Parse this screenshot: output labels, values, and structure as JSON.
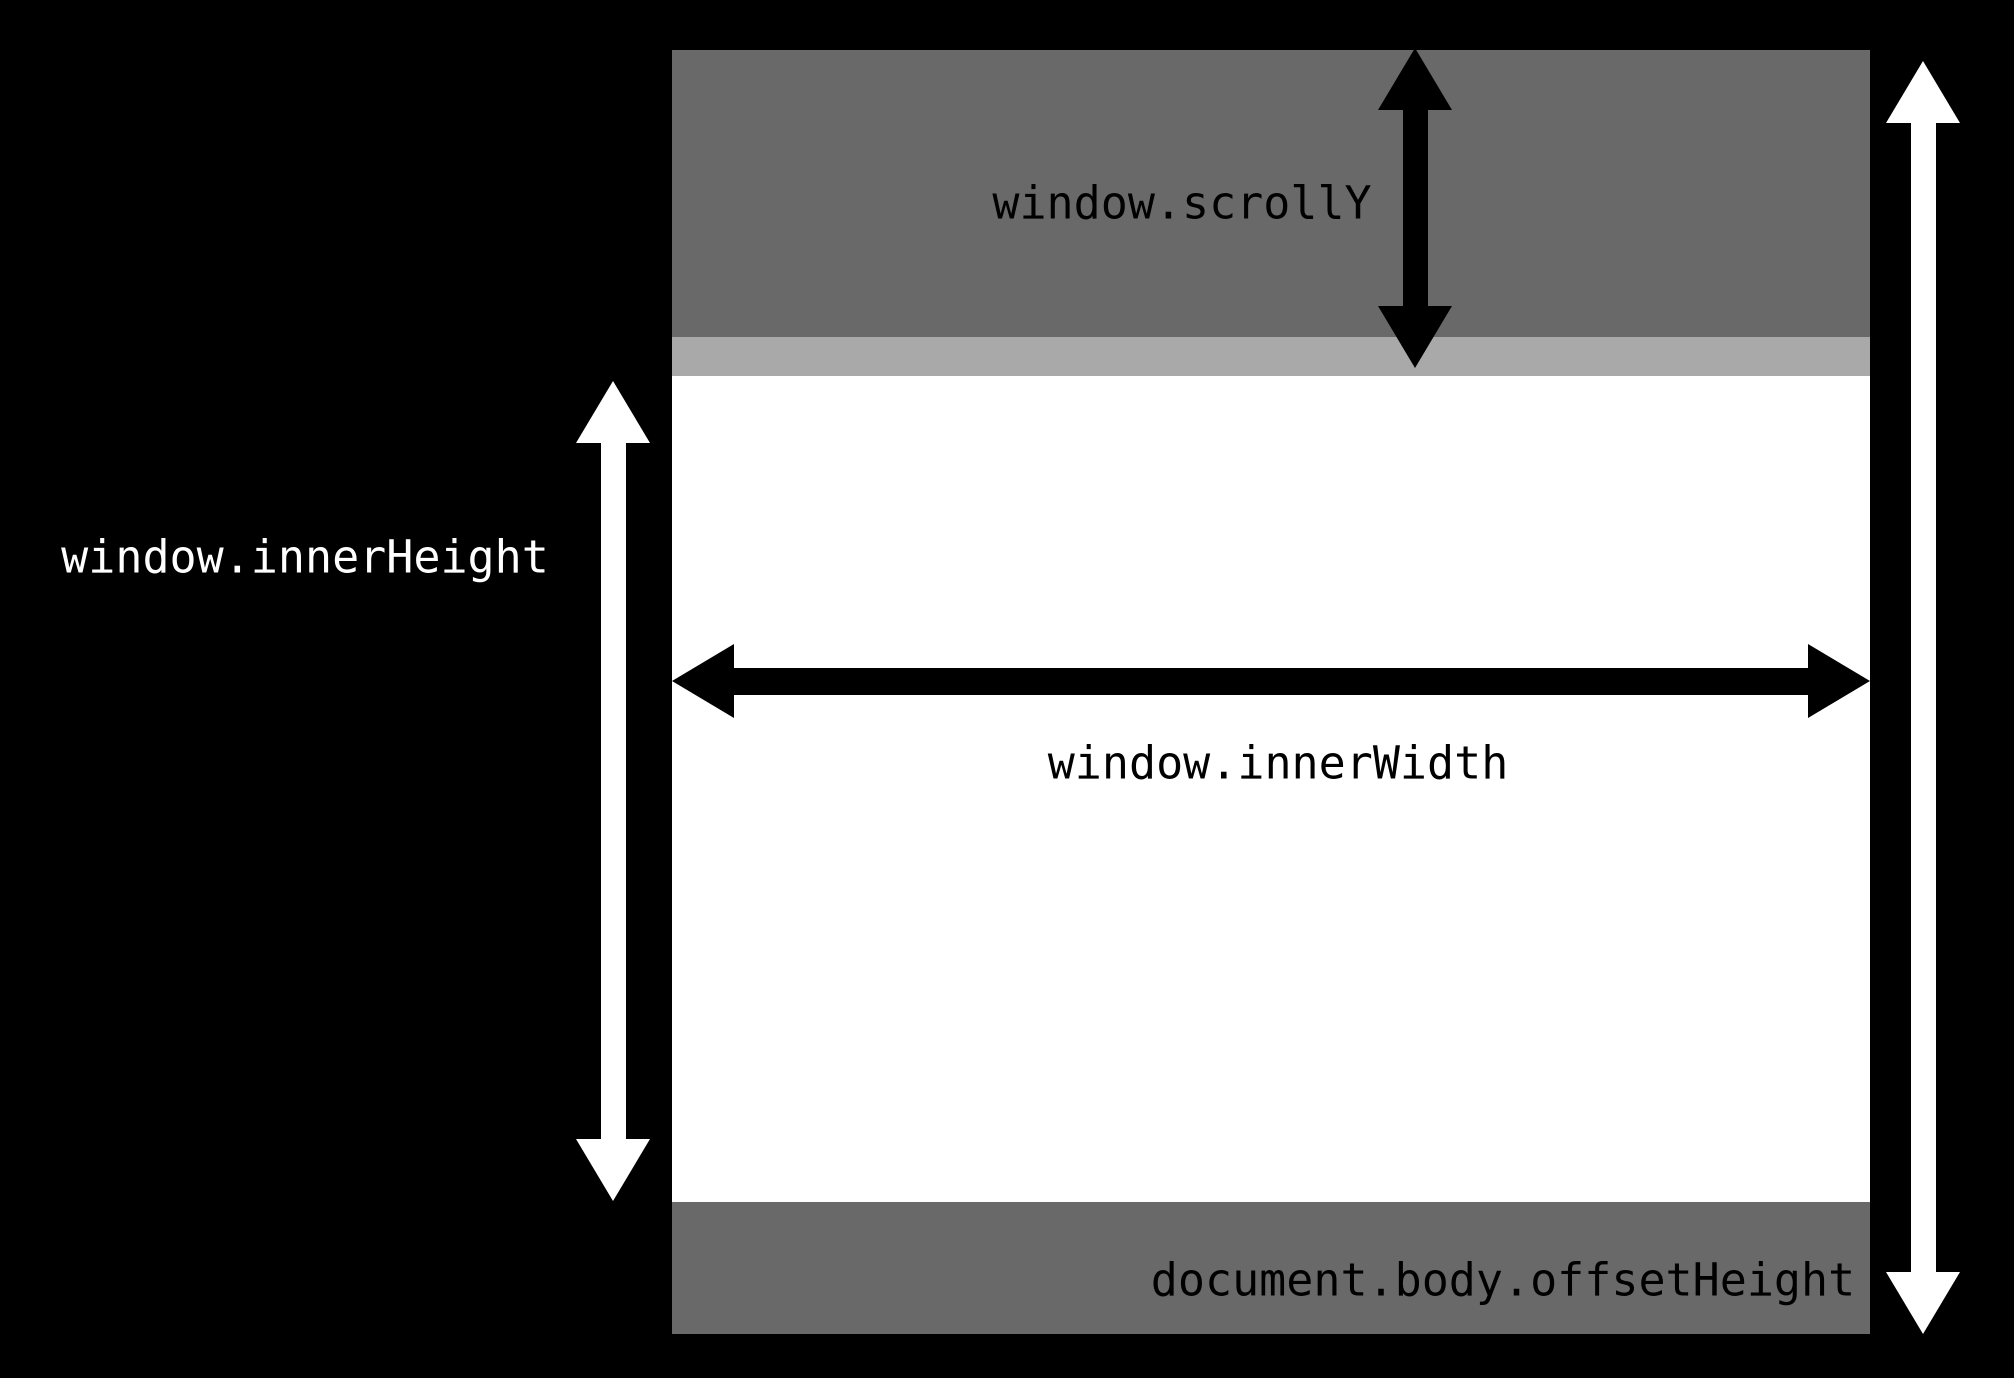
{
  "diagram": {
    "labels": {
      "scroll_y": "window.scrollY",
      "inner_height": "window.innerHeight",
      "inner_width": "window.innerWidth",
      "offset_height": "document.body.offsetHeight"
    },
    "colors": {
      "background": "#000000",
      "scrolled_area": "#696969",
      "scroll_edge_strip": "#a9a9a9",
      "viewport_area": "#ffffff",
      "below_viewport_area": "#696969",
      "arrow_dark": "#000000",
      "arrow_light": "#ffffff",
      "label_dark": "#000000",
      "label_light": "#ffffff"
    }
  }
}
